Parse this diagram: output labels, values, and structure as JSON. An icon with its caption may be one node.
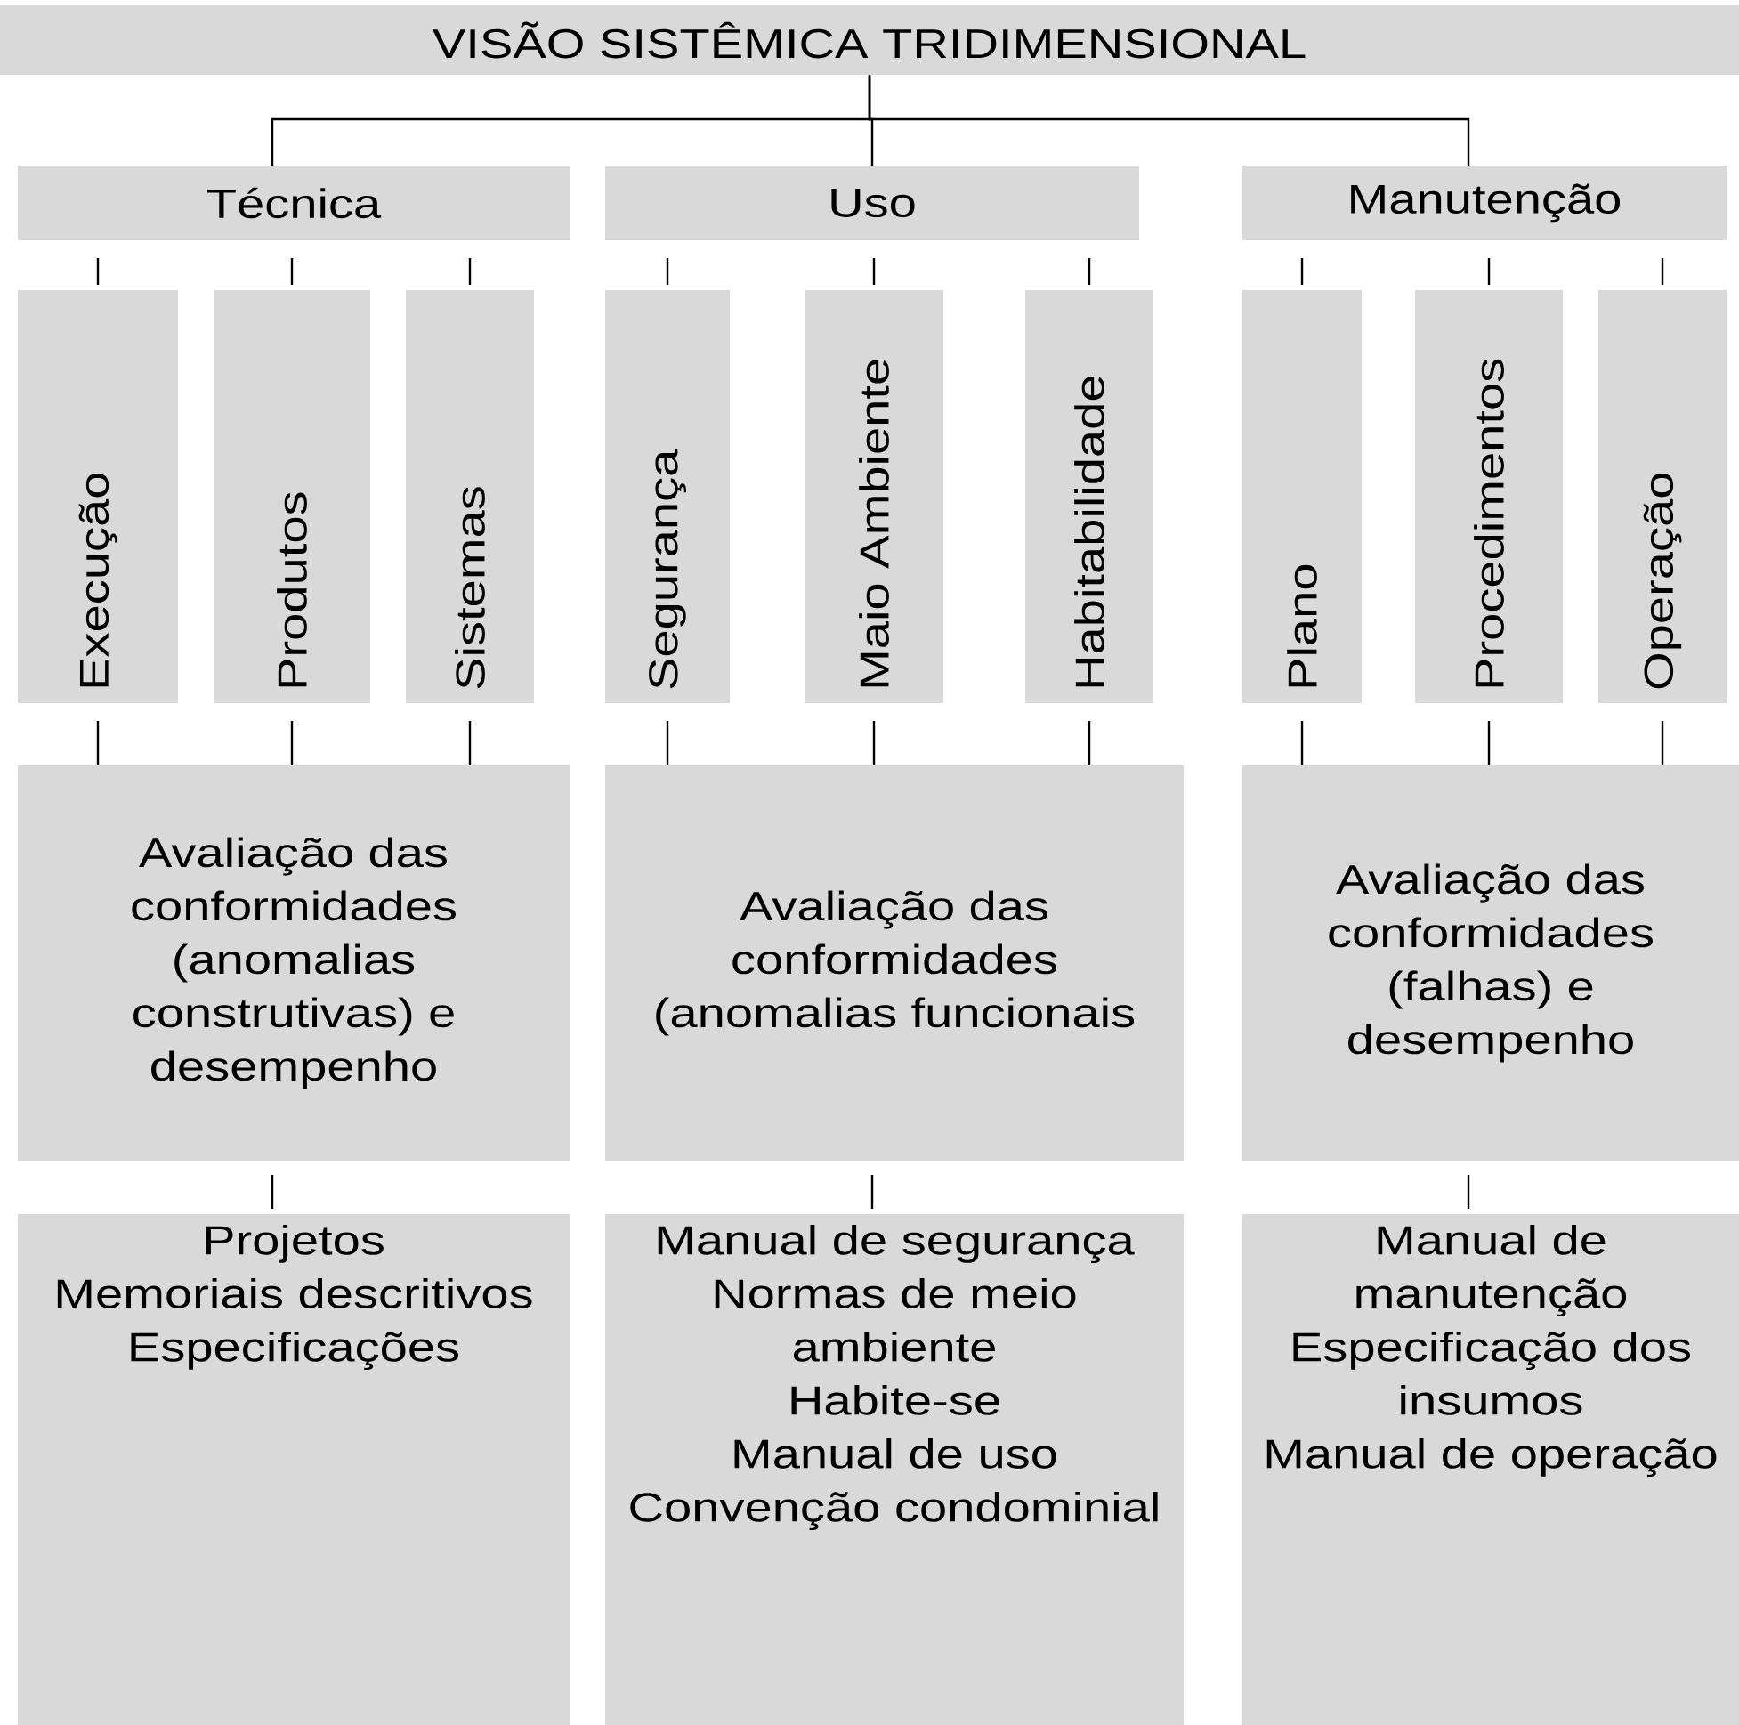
{
  "diagram": {
    "title": "VISÃO SISTÊMICA TRIDIMENSIONAL",
    "nodes": [
      {
        "text": [
          "Técnica"
        ]
      },
      {
        "text": [
          "Uso"
        ]
      },
      {
        "text": [
          "Manutenção"
        ]
      },
      {
        "text": [
          "Execução"
        ]
      },
      {
        "text": [
          "Produtos"
        ]
      },
      {
        "text": [
          "Sistemas"
        ]
      },
      {
        "text": [
          "Segurança"
        ]
      },
      {
        "text": [
          "Maio Ambiente"
        ]
      },
      {
        "text": [
          "Habitabilidade"
        ]
      },
      {
        "text": [
          "Plano"
        ]
      },
      {
        "text": [
          "Procedimentos"
        ]
      },
      {
        "text": [
          "Operação"
        ]
      },
      {
        "text": [
          "Avaliação das conformidades (anomalias construtivas) e desempenho"
        ]
      },
      {
        "text": [
          "Avaliação das conformidades (anomalias funcionais"
        ]
      },
      {
        "text": [
          "Avaliação das conformidades (falhas) e desempenho"
        ]
      },
      {
        "text": [
          "Projetos",
          "Memoriais descritivos",
          "Especificações"
        ]
      },
      {
        "text": [
          "Manual de segurança",
          "Normas de meio ambiente",
          "Habite-se",
          "Manual de uso",
          "Convenção condominial"
        ]
      },
      {
        "text": [
          "Manual de manutenção",
          "Especificação dos insumos",
          "Manual de operação"
        ]
      }
    ],
    "edges": [
      {
        "from": null,
        "to": 0,
        "arrow": "none"
      },
      {
        "from": null,
        "to": 1,
        "arrow": "none"
      },
      {
        "from": null,
        "to": 2,
        "arrow": "none"
      },
      {
        "from": 0,
        "to": 3,
        "arrow": "none"
      },
      {
        "from": 0,
        "to": 4,
        "arrow": "none"
      },
      {
        "from": 0,
        "to": 5,
        "arrow": "none"
      },
      {
        "from": 1,
        "to": 6,
        "arrow": "none"
      },
      {
        "from": 1,
        "to": 7,
        "arrow": "none"
      },
      {
        "from": 1,
        "to": 8,
        "arrow": "none"
      },
      {
        "from": 2,
        "to": 9,
        "arrow": "none"
      },
      {
        "from": 2,
        "to": 10,
        "arrow": "none"
      },
      {
        "from": 2,
        "to": 11,
        "arrow": "none"
      },
      {
        "from": 3,
        "to": 12,
        "arrow": "none"
      },
      {
        "from": 4,
        "to": 12,
        "arrow": "none"
      },
      {
        "from": 5,
        "to": 12,
        "arrow": "none"
      },
      {
        "from": 6,
        "to": 13,
        "arrow": "none"
      },
      {
        "from": 7,
        "to": 13,
        "arrow": "none"
      },
      {
        "from": 8,
        "to": 13,
        "arrow": "none"
      },
      {
        "from": 9,
        "to": 14,
        "arrow": "none"
      },
      {
        "from": 10,
        "to": 14,
        "arrow": "none"
      },
      {
        "from": 11,
        "to": 14,
        "arrow": "none"
      },
      {
        "from": 12,
        "to": 15,
        "arrow": "none"
      },
      {
        "from": 13,
        "to": 16,
        "arrow": "none"
      },
      {
        "from": 14,
        "to": 17,
        "arrow": "none"
      }
    ]
  }
}
